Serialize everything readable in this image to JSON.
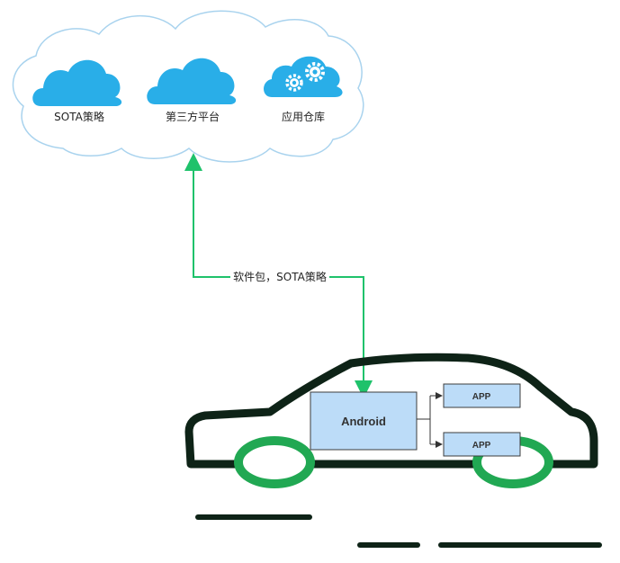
{
  "cloud": {
    "services": [
      {
        "label": "SOTA策略",
        "icon": "cloud-icon"
      },
      {
        "label": "第三方平台",
        "icon": "cloud-icon"
      },
      {
        "label": "应用仓库",
        "icon": "gears-cloud-icon"
      }
    ]
  },
  "connection": {
    "label": "软件包，SOTA策略",
    "color": "#1fc26b"
  },
  "vehicle": {
    "os_label": "Android",
    "apps": [
      "APP",
      "APP"
    ]
  },
  "colors": {
    "cloud_icon": "#29aee8",
    "cloud_outline": "#a9d3ee",
    "box_fill": "#bcdcf8",
    "box_stroke": "#3c3c3c",
    "car_body": "#0e2317",
    "wheel": "#21a853",
    "arrow": "#1fc26b",
    "road": "#0e2317"
  }
}
